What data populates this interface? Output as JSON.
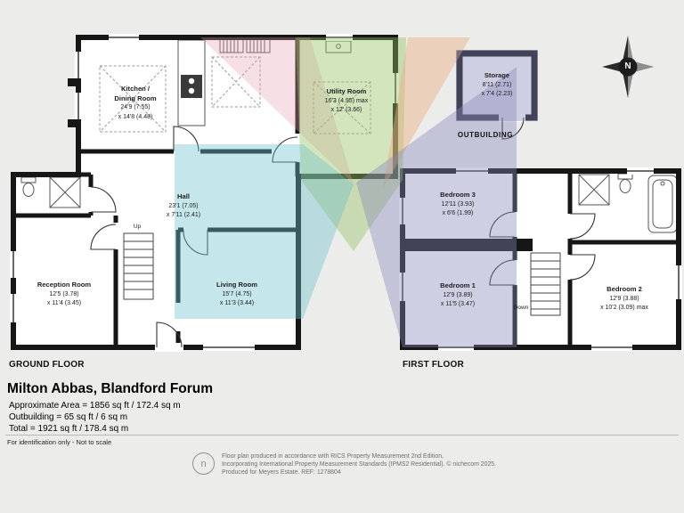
{
  "washes": {
    "pink": "#e79ab0",
    "green": "#96c162",
    "peach": "#eab083",
    "blue": "#6fc0ca",
    "purple": "#8886b8"
  },
  "compass": {
    "label": "N"
  },
  "floors": {
    "ground": {
      "title": "GROUND FLOOR",
      "stairs_label": "Up",
      "rooms": {
        "kitchen": {
          "name1": "Kitchen /",
          "name2": "Dining Room",
          "dim1": "24'9 (7.55)",
          "dim2": "x 14'8 (4.48)"
        },
        "utility": {
          "name": "Utility Room",
          "dim1": "16'3 (4.95) max",
          "dim2": "x 12' (3.66)"
        },
        "hall": {
          "name": "Hall",
          "dim1": "23'1 (7.05)",
          "dim2": "x 7'11 (2.41)"
        },
        "reception": {
          "name": "Reception Room",
          "dim1": "12'5 (3.78)",
          "dim2": "x 11'4 (3.45)"
        },
        "living": {
          "name": "Living Room",
          "dim1": "15'7 (4.75)",
          "dim2": "x 11'3 (3.44)"
        }
      }
    },
    "first": {
      "title": "FIRST FLOOR",
      "stairs_label": "Down",
      "outbuilding_label": "OUTBUILDING",
      "rooms": {
        "storage": {
          "name": "Storage",
          "dim1": "8'11 (2.71)",
          "dim2": "x 7'4 (2.23)"
        },
        "bedroom3": {
          "name": "Bedroom 3",
          "dim1": "12'11 (3.93)",
          "dim2": "x 6'6 (1.99)"
        },
        "bedroom1": {
          "name": "Bedroom 1",
          "dim1": "12'9 (3.89)",
          "dim2": "x 11'5 (3.47)"
        },
        "bedroom2": {
          "name": "Bedroom 2",
          "dim1": "12'9 (3.88)",
          "dim2": "x 10'2 (3.09) max"
        }
      }
    }
  },
  "summary": {
    "address": "Milton Abbas, Blandford Forum",
    "approx_area": "Approximate Area = 1856 sq ft / 172.4 sq m",
    "outbuilding": "Outbuilding = 65 sq ft / 6 sq m",
    "total": "Total = 1921 sq ft / 178.4 sq m",
    "disclaimer": "For identification only - Not to scale"
  },
  "footer": {
    "logo_glyph": "n",
    "line1": "Floor plan produced in accordance with RICS Property Measurement 2nd Edition,",
    "line2": "Incorporating International Property Measurement Standards (IPMS2 Residential).  © nichecom 2025.",
    "line3": "Produced for Meyers Estate.  REF: 1278804"
  }
}
